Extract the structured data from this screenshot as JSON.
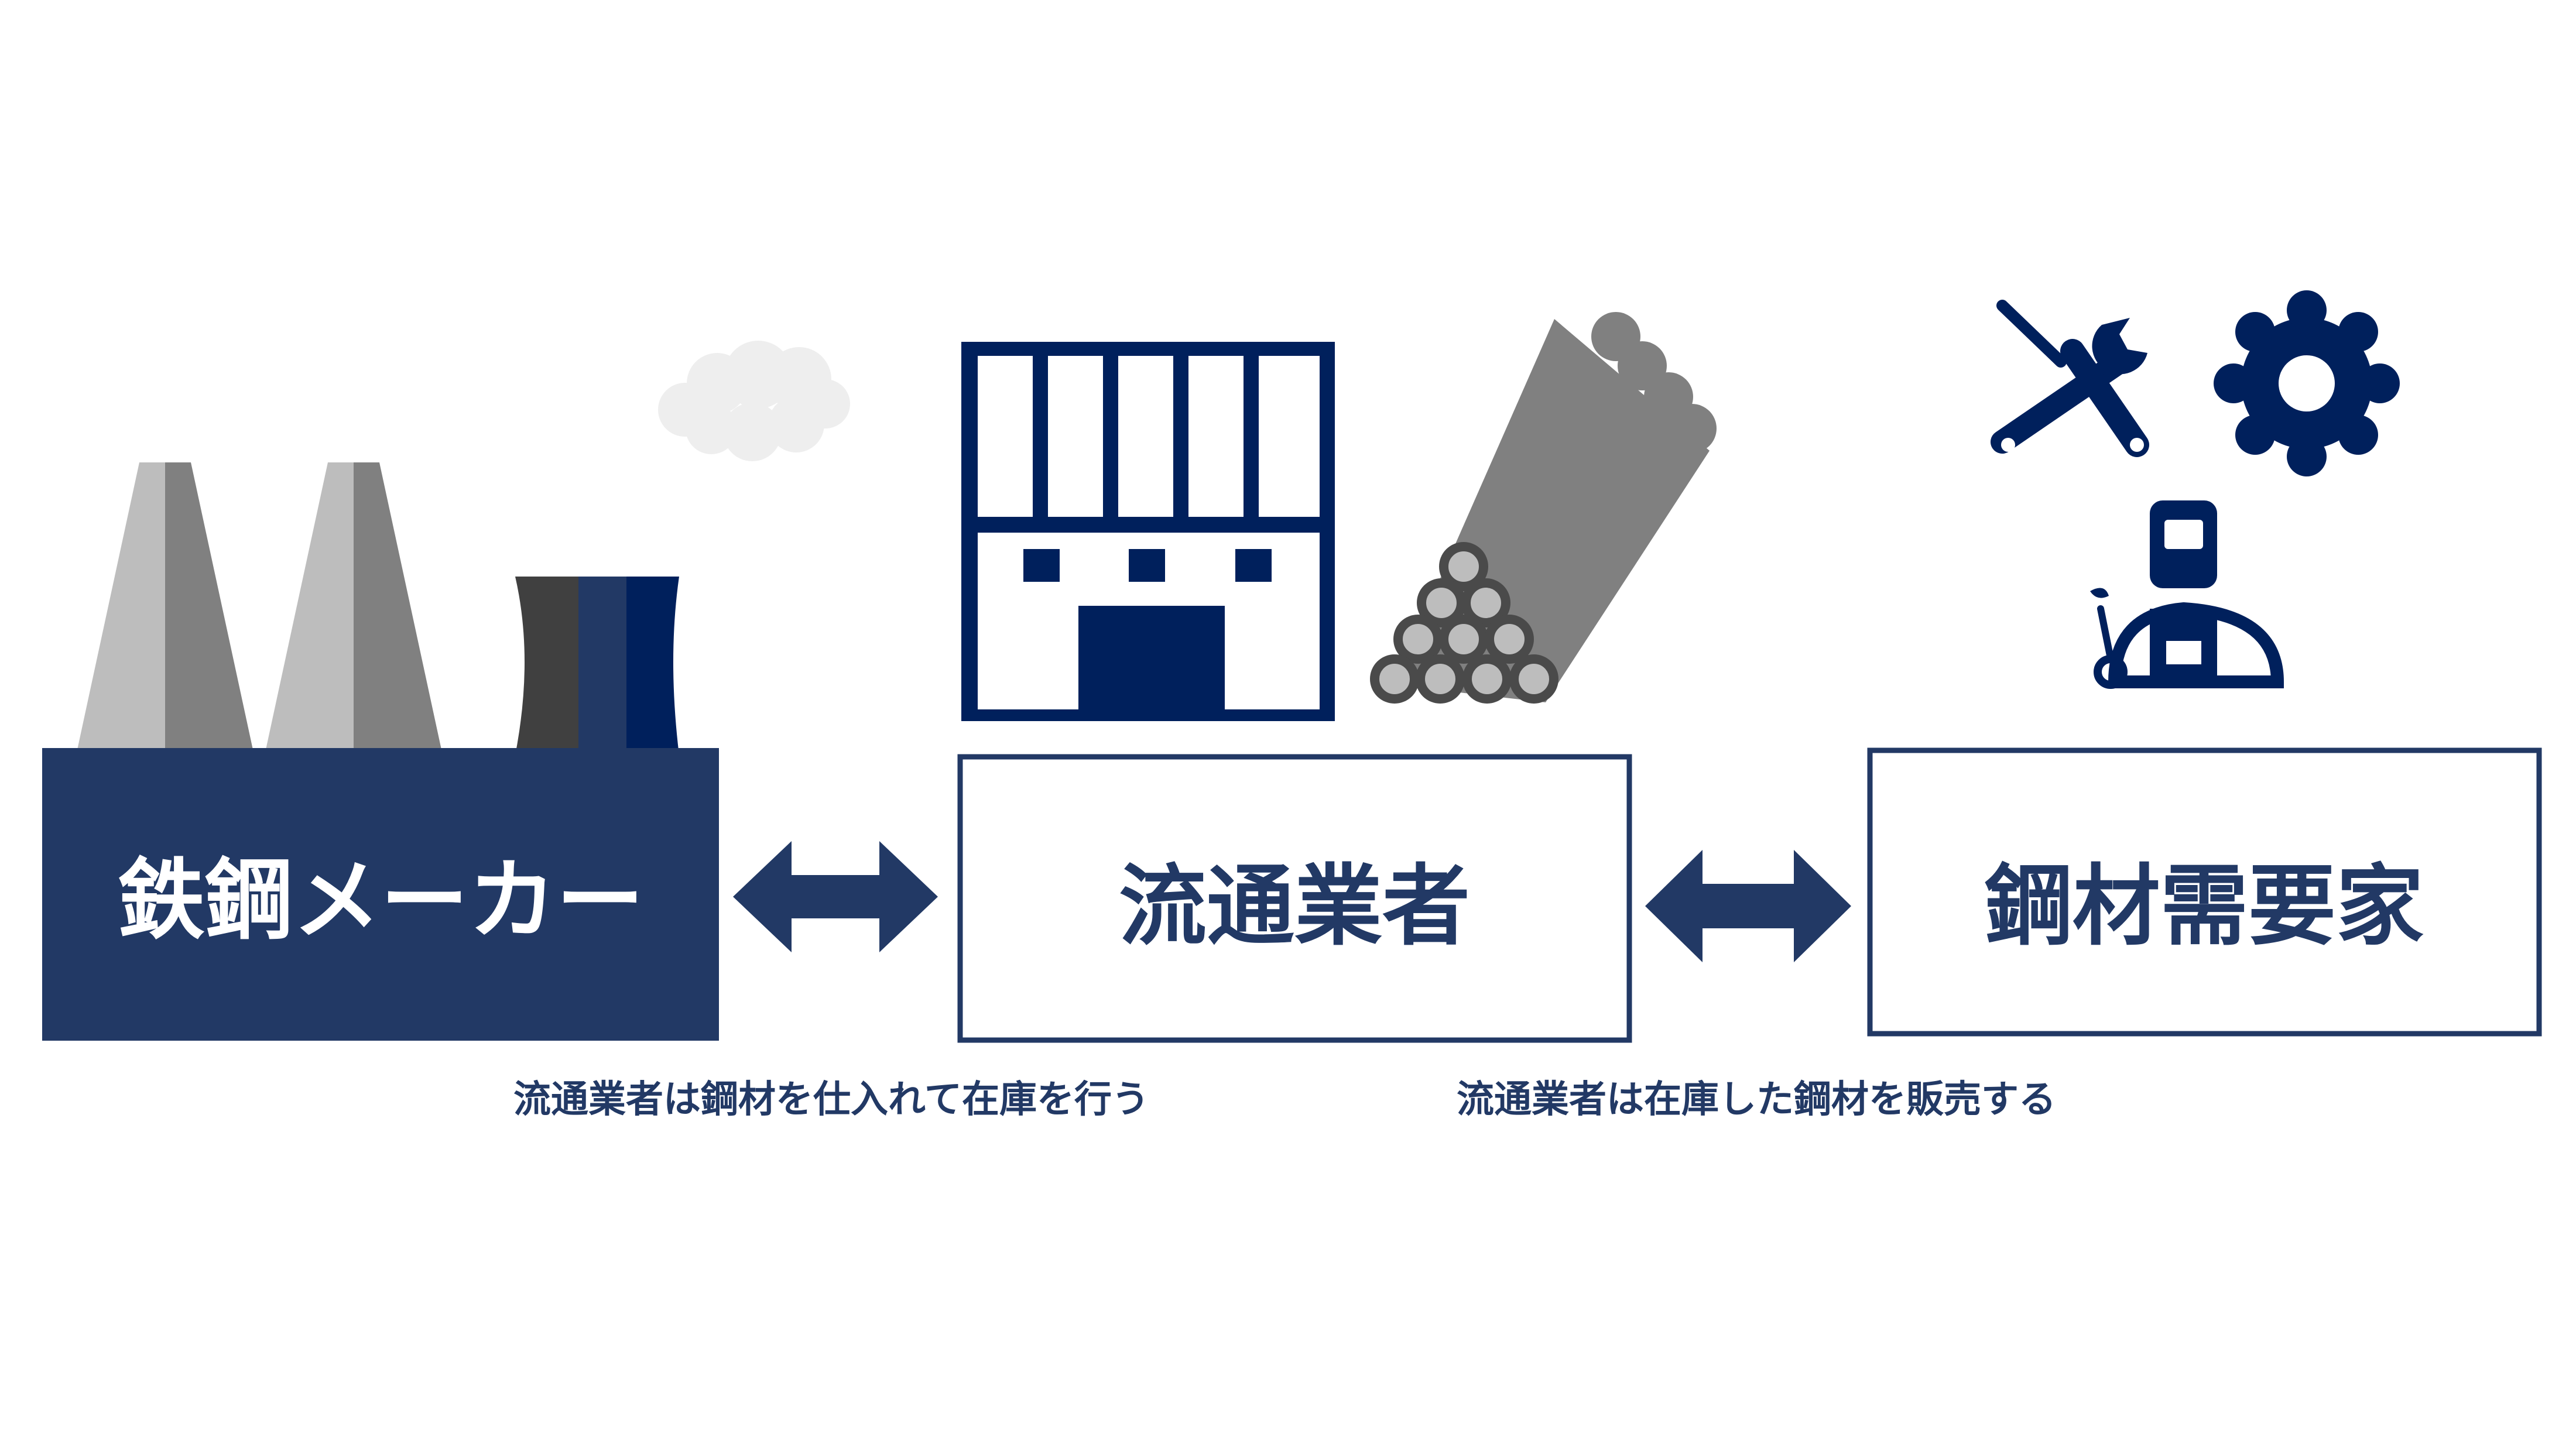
{
  "nodes": {
    "maker": {
      "label": "鉄鋼メーカー"
    },
    "distributor": {
      "label": "流通業者"
    },
    "customer": {
      "label": "鋼材需要家"
    }
  },
  "captions": {
    "left": "流通業者は鋼材を仕入れて在庫を行う",
    "right": "流通業者は在庫した鋼材を販売する"
  },
  "icons": {
    "maker": [
      "factory-icon",
      "cloud-icon"
    ],
    "distributor": [
      "warehouse-icon",
      "steel-pipes-icon"
    ],
    "customer": [
      "tools-icon",
      "gear-icon",
      "welder-icon"
    ]
  },
  "colors": {
    "navy": "#223965",
    "dark_navy": "#00205c",
    "gray": "#808080",
    "light_gray": "#bdbdbd",
    "cloud": "#eeeeee",
    "white": "#ffffff"
  }
}
